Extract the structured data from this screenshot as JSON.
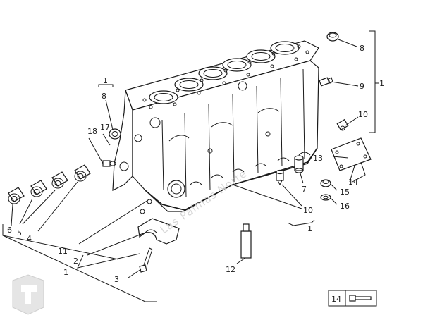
{
  "labels": {
    "n1_top_right": "1",
    "n8_top": "8",
    "n9": "9",
    "n10_right": "10",
    "n1_left": "1",
    "n8_left": "8",
    "n18": "18",
    "n17": "17",
    "n13": "13",
    "n14_right": "14",
    "n7": "7",
    "n15": "15",
    "n16": "16",
    "n10_bottom": "10",
    "n1_bottom": "1",
    "n6": "6",
    "n5": "5",
    "n4": "4",
    "n11": "11",
    "n2": "2",
    "n1_mid": "1",
    "n3": "3",
    "n12": "12",
    "n14_legend": "14"
  },
  "watermark": "Las Palmas Norte"
}
